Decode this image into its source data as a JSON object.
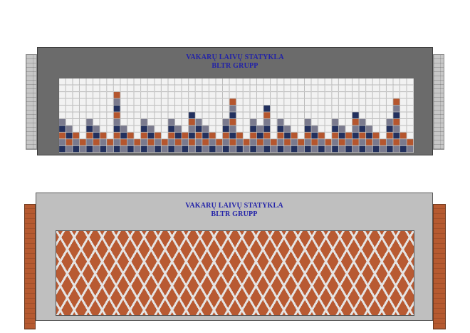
{
  "elevation_top": {
    "sign_line1": "VAKARŲ LAIVŲ STATYKLA",
    "sign_line2": "BLTR  GRUPP"
  },
  "elevation_bottom": {
    "sign_line1": "VAKARŲ LAIVŲ STATYKLA",
    "sign_line2": "BLTR  GRUPP"
  },
  "colors": {
    "wall_dark": "#6b6b6b",
    "wall_light": "#bfbfbf",
    "tile_white": "#f2f2f2",
    "tile_grey": "#7a7a8e",
    "tile_rust": "#b5562e",
    "tile_navy": "#22305e",
    "sign_text": "#2222a8"
  }
}
